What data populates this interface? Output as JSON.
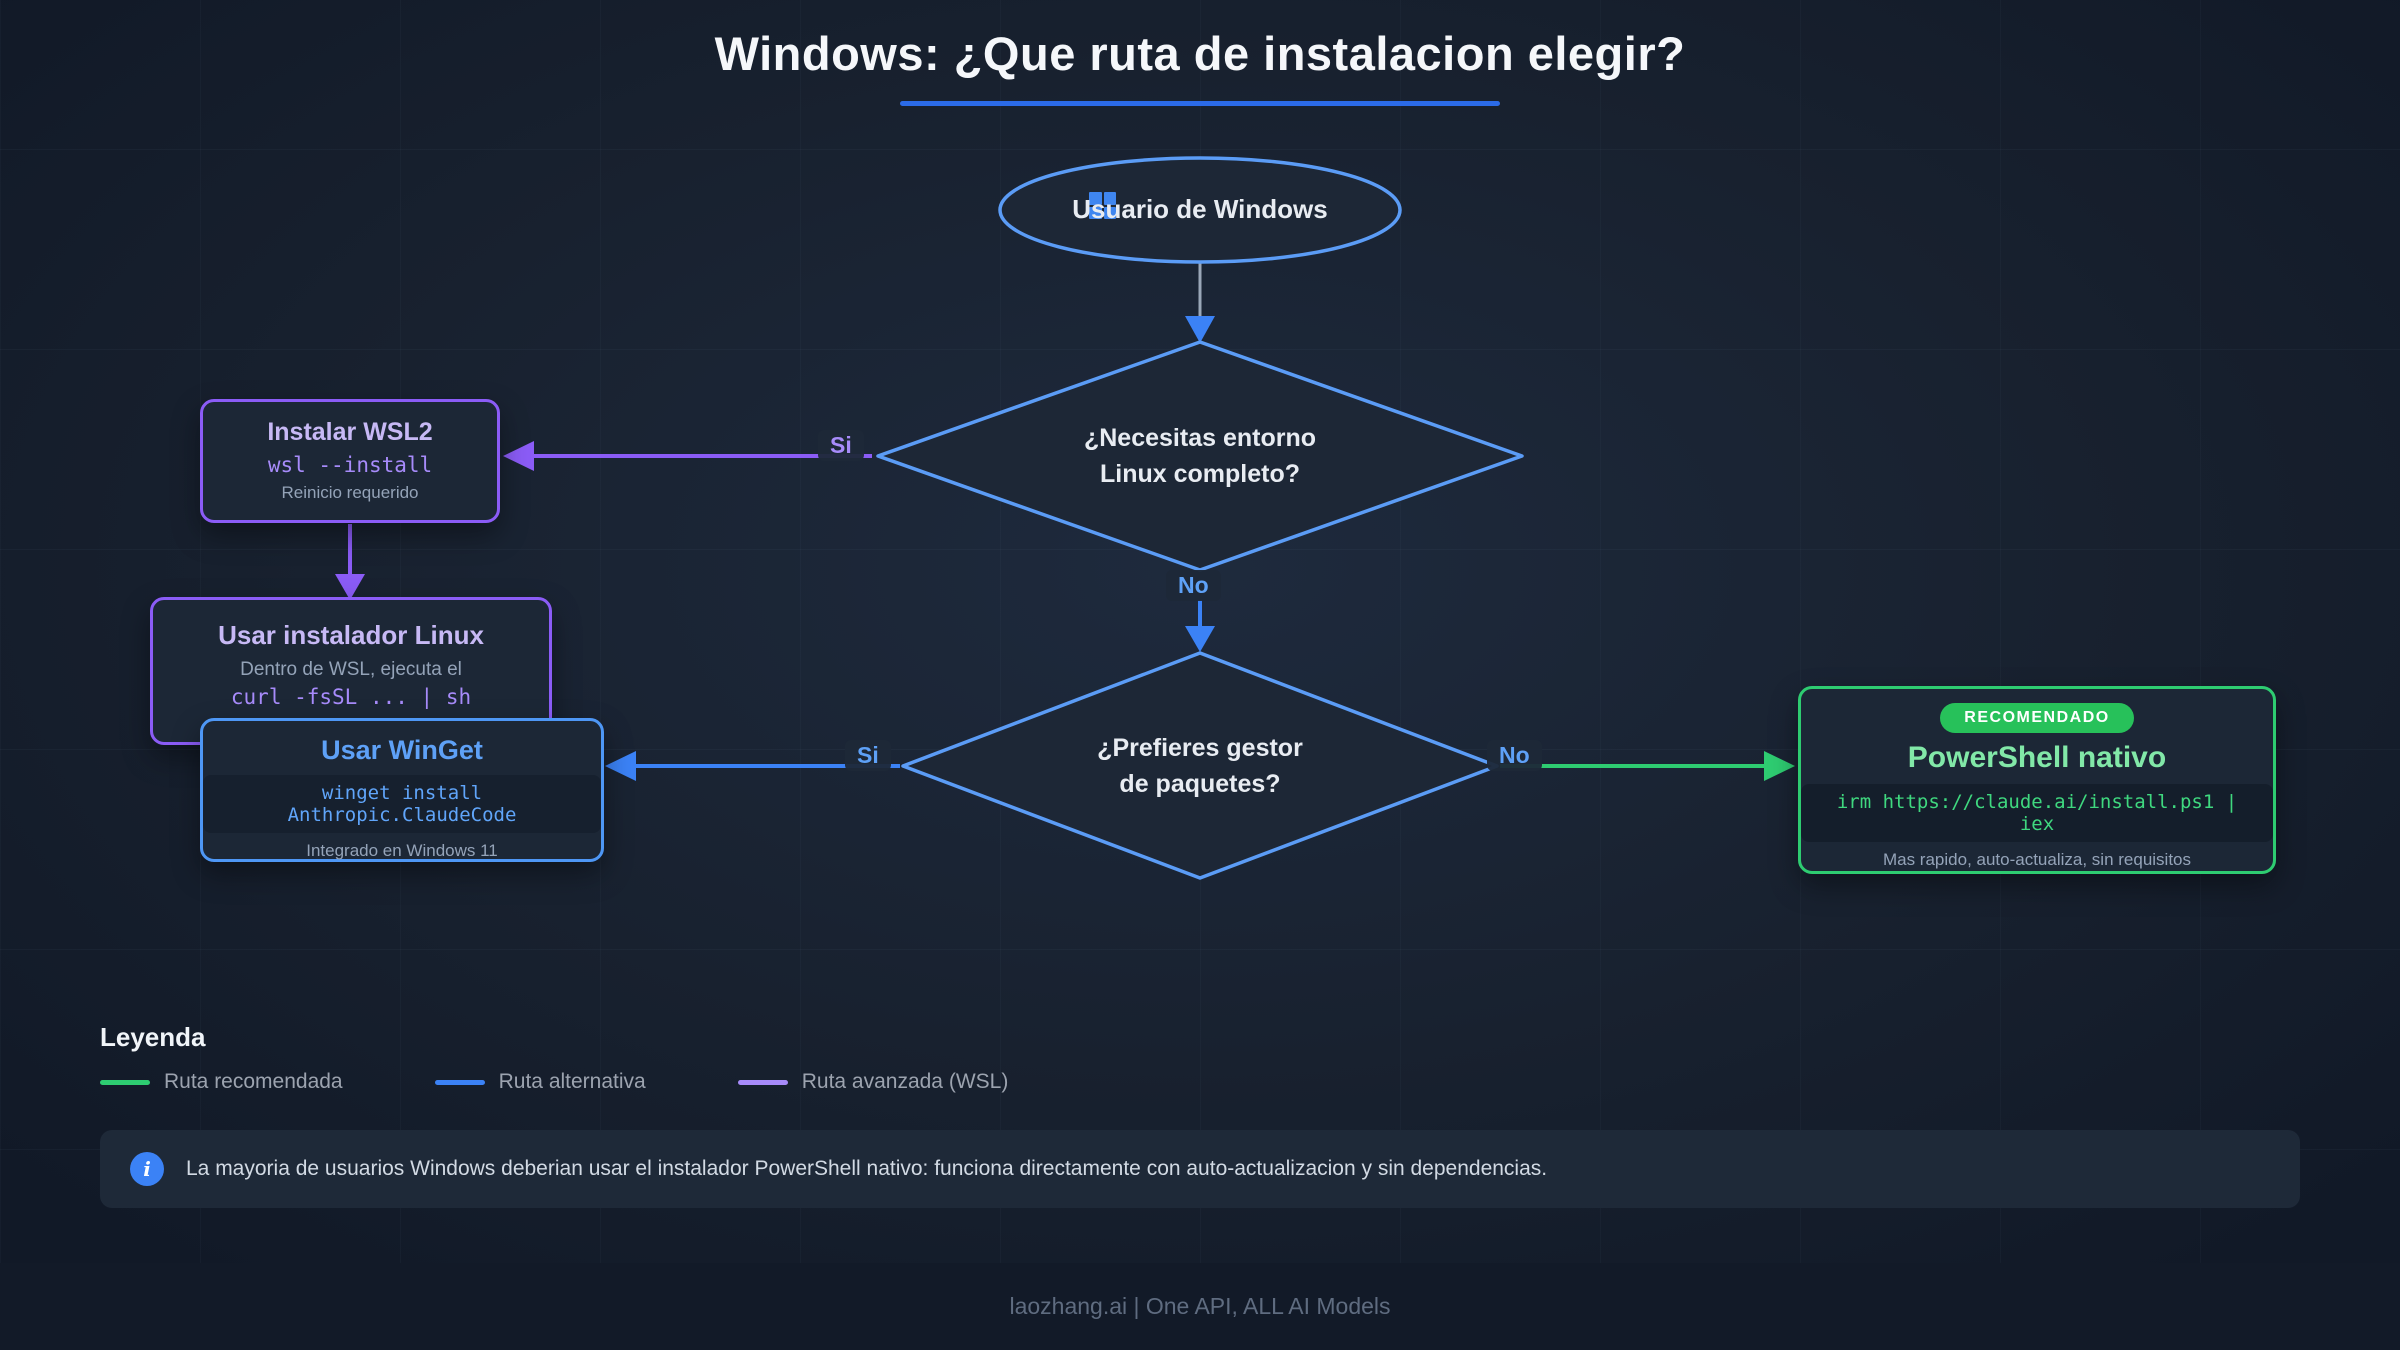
{
  "title": "Windows: ¿Que ruta de instalacion elegir?",
  "flow": {
    "start": {
      "label": "Usuario de Windows"
    },
    "decision1": {
      "line1": "¿Necesitas entorno",
      "line2": "Linux completo?",
      "yes": "Si",
      "no": "No"
    },
    "decision2": {
      "line1": "¿Prefieres gestor",
      "line2": "de paquetes?",
      "yes": "Si",
      "no": "No"
    },
    "wsl2": {
      "title": "Instalar WSL2",
      "code": "wsl --install",
      "note": "Reinicio requerido"
    },
    "linux_installer": {
      "title": "Usar instalador Linux",
      "subtitle": "Dentro de WSL, ejecuta el",
      "code": "curl -fsSL ... | sh"
    },
    "winget": {
      "title": "Usar WinGet",
      "code": "winget install Anthropic.ClaudeCode",
      "note": "Integrado en Windows 11"
    },
    "powershell": {
      "badge": "RECOMENDADO",
      "title": "PowerShell nativo",
      "code": "irm https://claude.ai/install.ps1 | iex",
      "note": "Mas rapido, auto-actualiza, sin requisitos"
    }
  },
  "legend": {
    "title": "Leyenda",
    "items": [
      {
        "label": "Ruta recomendada",
        "color": "#2ecc71"
      },
      {
        "label": "Ruta alternativa",
        "color": "#3b82f6"
      },
      {
        "label": "Ruta avanzada (WSL)",
        "color": "#a78bfa"
      }
    ]
  },
  "note": {
    "text": "La mayoria de usuarios Windows deberian usar el instalador PowerShell nativo: funciona directamente con auto-actualizacion y sin dependencias."
  },
  "footer": "laozhang.ai | One API, ALL AI Models",
  "colors": {
    "blue": "#4e97f5",
    "blue_arrow": "#3b82f6",
    "purple": "#8b5cf6",
    "green": "#2ecc71",
    "gray_line": "#9aa7b8",
    "shape_fill": "#1d2736",
    "shape_stroke": "#5b9cf6"
  }
}
